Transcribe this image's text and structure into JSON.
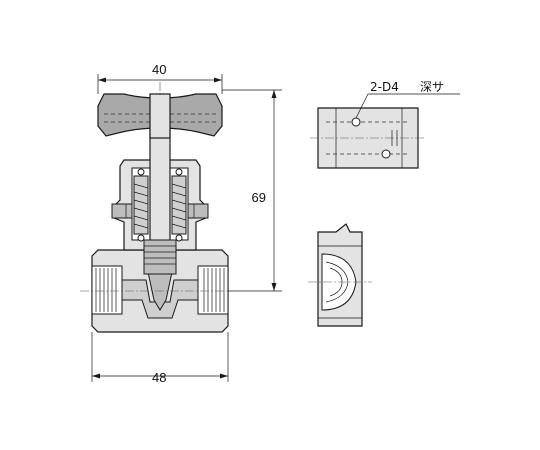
{
  "dimensions": {
    "handle_width": "40",
    "height": "69",
    "body_length": "48"
  },
  "note": {
    "holes": "2-D4",
    "depth": "深サ"
  },
  "colors": {
    "line": "#1a1a1a",
    "body": "#e3e3e3",
    "handle": "#a9a9a9"
  }
}
